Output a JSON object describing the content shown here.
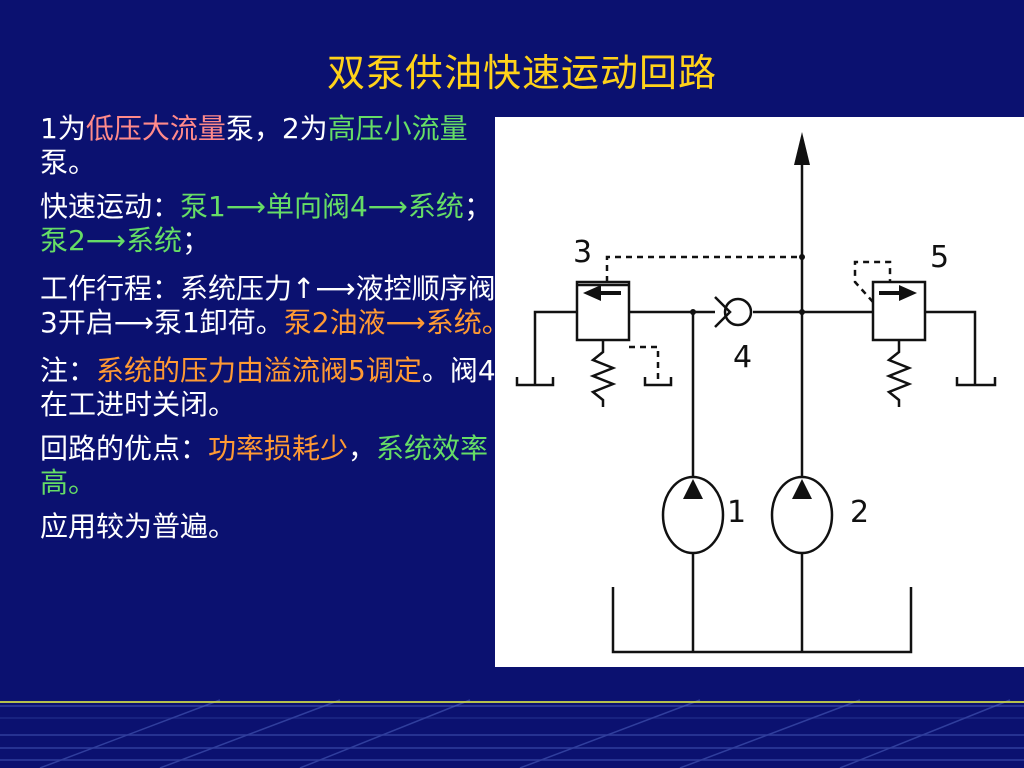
{
  "slide": {
    "title": "双泵供油快速运动回路"
  },
  "body": {
    "p1": {
      "a": "1为",
      "b": "低压大流量",
      "c": "泵，2为",
      "d": "高压小流量",
      "e": "泵。"
    },
    "p2": {
      "a": "快速运动：",
      "b": "泵1⟶单向阀4⟶系统",
      "c": "；",
      "d": "泵2⟶系统",
      "e": "；"
    },
    "p3": {
      "a": "工作行程：系统压力↑⟶液控顺序阀3开启⟶泵1卸荷。",
      "b": "泵2油液⟶系统。"
    },
    "p4": {
      "a": "注：",
      "b": "系统的压力由溢流阀5调定",
      "c": "。阀4在工进时关闭。"
    },
    "p5": {
      "a": "回路的优点：",
      "b": "功率损耗少",
      "c": "，",
      "d": "系统效率高。"
    },
    "p6": {
      "a": "应用较为普遍。"
    }
  },
  "diagram": {
    "labels": {
      "valve3": "3",
      "valve5": "5",
      "check4": "4",
      "pump1": "1",
      "pump2": "2"
    }
  },
  "colors": {
    "background": "#0b1170",
    "title": "#ffd21a",
    "highlight_pink": "#ff8a8a",
    "highlight_green": "#66dd66",
    "highlight_orange": "#ff9a33"
  }
}
